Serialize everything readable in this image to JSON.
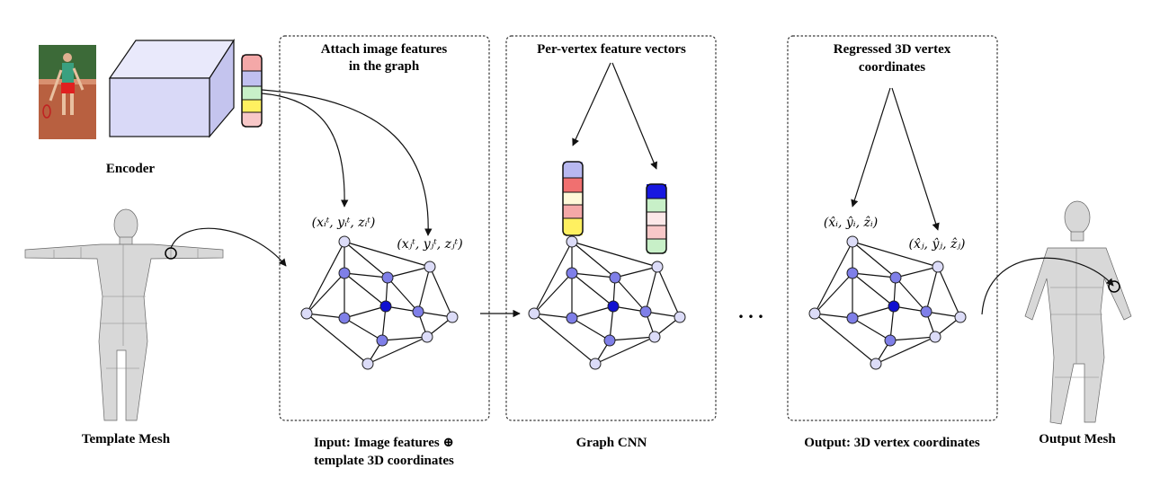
{
  "labels": {
    "encoder": "Encoder",
    "template_mesh": "Template Mesh",
    "output_mesh": "Output Mesh",
    "attach_line1": "Attach image features",
    "attach_line2": "in the graph",
    "per_vertex": "Per-vertex feature vectors",
    "regressed_line1": "Regressed 3D vertex",
    "regressed_line2": "coordinates",
    "input_line1": "Input: Image features ⊕",
    "input_line2": "template 3D coordinates",
    "graph_cnn": "Graph CNN",
    "output_caption": "Output: 3D vertex coordinates",
    "ellipsis": ". . ."
  },
  "math": {
    "input_i": "(xᵢᵗ, yᵢᵗ, zᵢᵗ)",
    "input_j": "(xⱼᵗ, yⱼᵗ, zⱼᵗ)",
    "output_i": "(x̂ᵢ, ŷᵢ, ẑᵢ)",
    "output_j": "(x̂ⱼ, ŷⱼ, ẑⱼ)"
  },
  "colors": {
    "node_light": "#dcdcf8",
    "node_mid": "#7f7fe8",
    "node_center": "#1010d0",
    "feat_red": "#f08080",
    "feat_blue": "#b8b8f0",
    "feat_green": "#c8f0c8",
    "feat_yellow": "#fff060",
    "feat_pink": "#f8d0d0",
    "feat_cream": "#fff8d8",
    "feat_lightpink": "#fce8e8",
    "feat_red_strong": "#e85050",
    "feat_blue_strong": "#1818e0"
  },
  "icons": {
    "photo": "tennis-player-photo-icon",
    "encoder": "encoder-cube-icon",
    "template": "template-mesh-icon",
    "output": "output-mesh-icon"
  }
}
